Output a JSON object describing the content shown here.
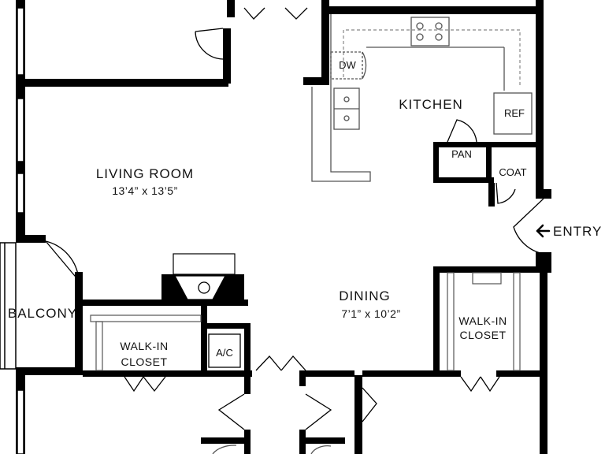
{
  "rooms": {
    "living_room": {
      "name": "LIVING ROOM",
      "dims": "13’4” x 13’5”"
    },
    "dining": {
      "name": "DINING",
      "dims": "7’1” x 10’2”"
    },
    "kitchen": {
      "name": "KITCHEN"
    },
    "balcony": {
      "name": "BALCONY"
    }
  },
  "closets": {
    "walk_in_left": {
      "line1": "WALK-IN",
      "line2": "CLOSET"
    },
    "walk_in_right": {
      "line1": "WALK-IN",
      "line2": "CLOSET"
    },
    "pantry": "PAN",
    "coat": "COAT",
    "ac": "A/C"
  },
  "appliances": {
    "dishwasher": "DW",
    "refrigerator": "REF"
  },
  "entry": {
    "label": "ENTRY",
    "arrow": "arrow-left-icon"
  },
  "colors": {
    "wall": "#000000",
    "fixture": "#555555",
    "dashed": "#888888",
    "background": "#ffffff"
  }
}
